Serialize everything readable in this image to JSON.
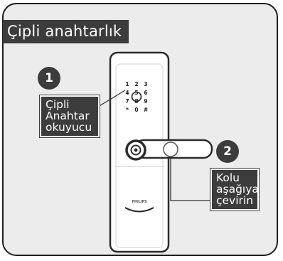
{
  "title": "Çipli anahtarlık",
  "steps": [
    {
      "number": "1",
      "lines": [
        "Çipli",
        "Anahtar",
        "okuyucu"
      ]
    },
    {
      "number": "2",
      "lines": [
        "Kolu",
        "aşağıya",
        "çevirin"
      ]
    }
  ],
  "keypad": {
    "rows": [
      [
        "1",
        "2",
        "3"
      ],
      [
        "4",
        "5",
        "6"
      ],
      [
        "7",
        "8",
        "9"
      ],
      [
        "*",
        "0",
        "#"
      ]
    ]
  },
  "brand": "PHILIPS"
}
